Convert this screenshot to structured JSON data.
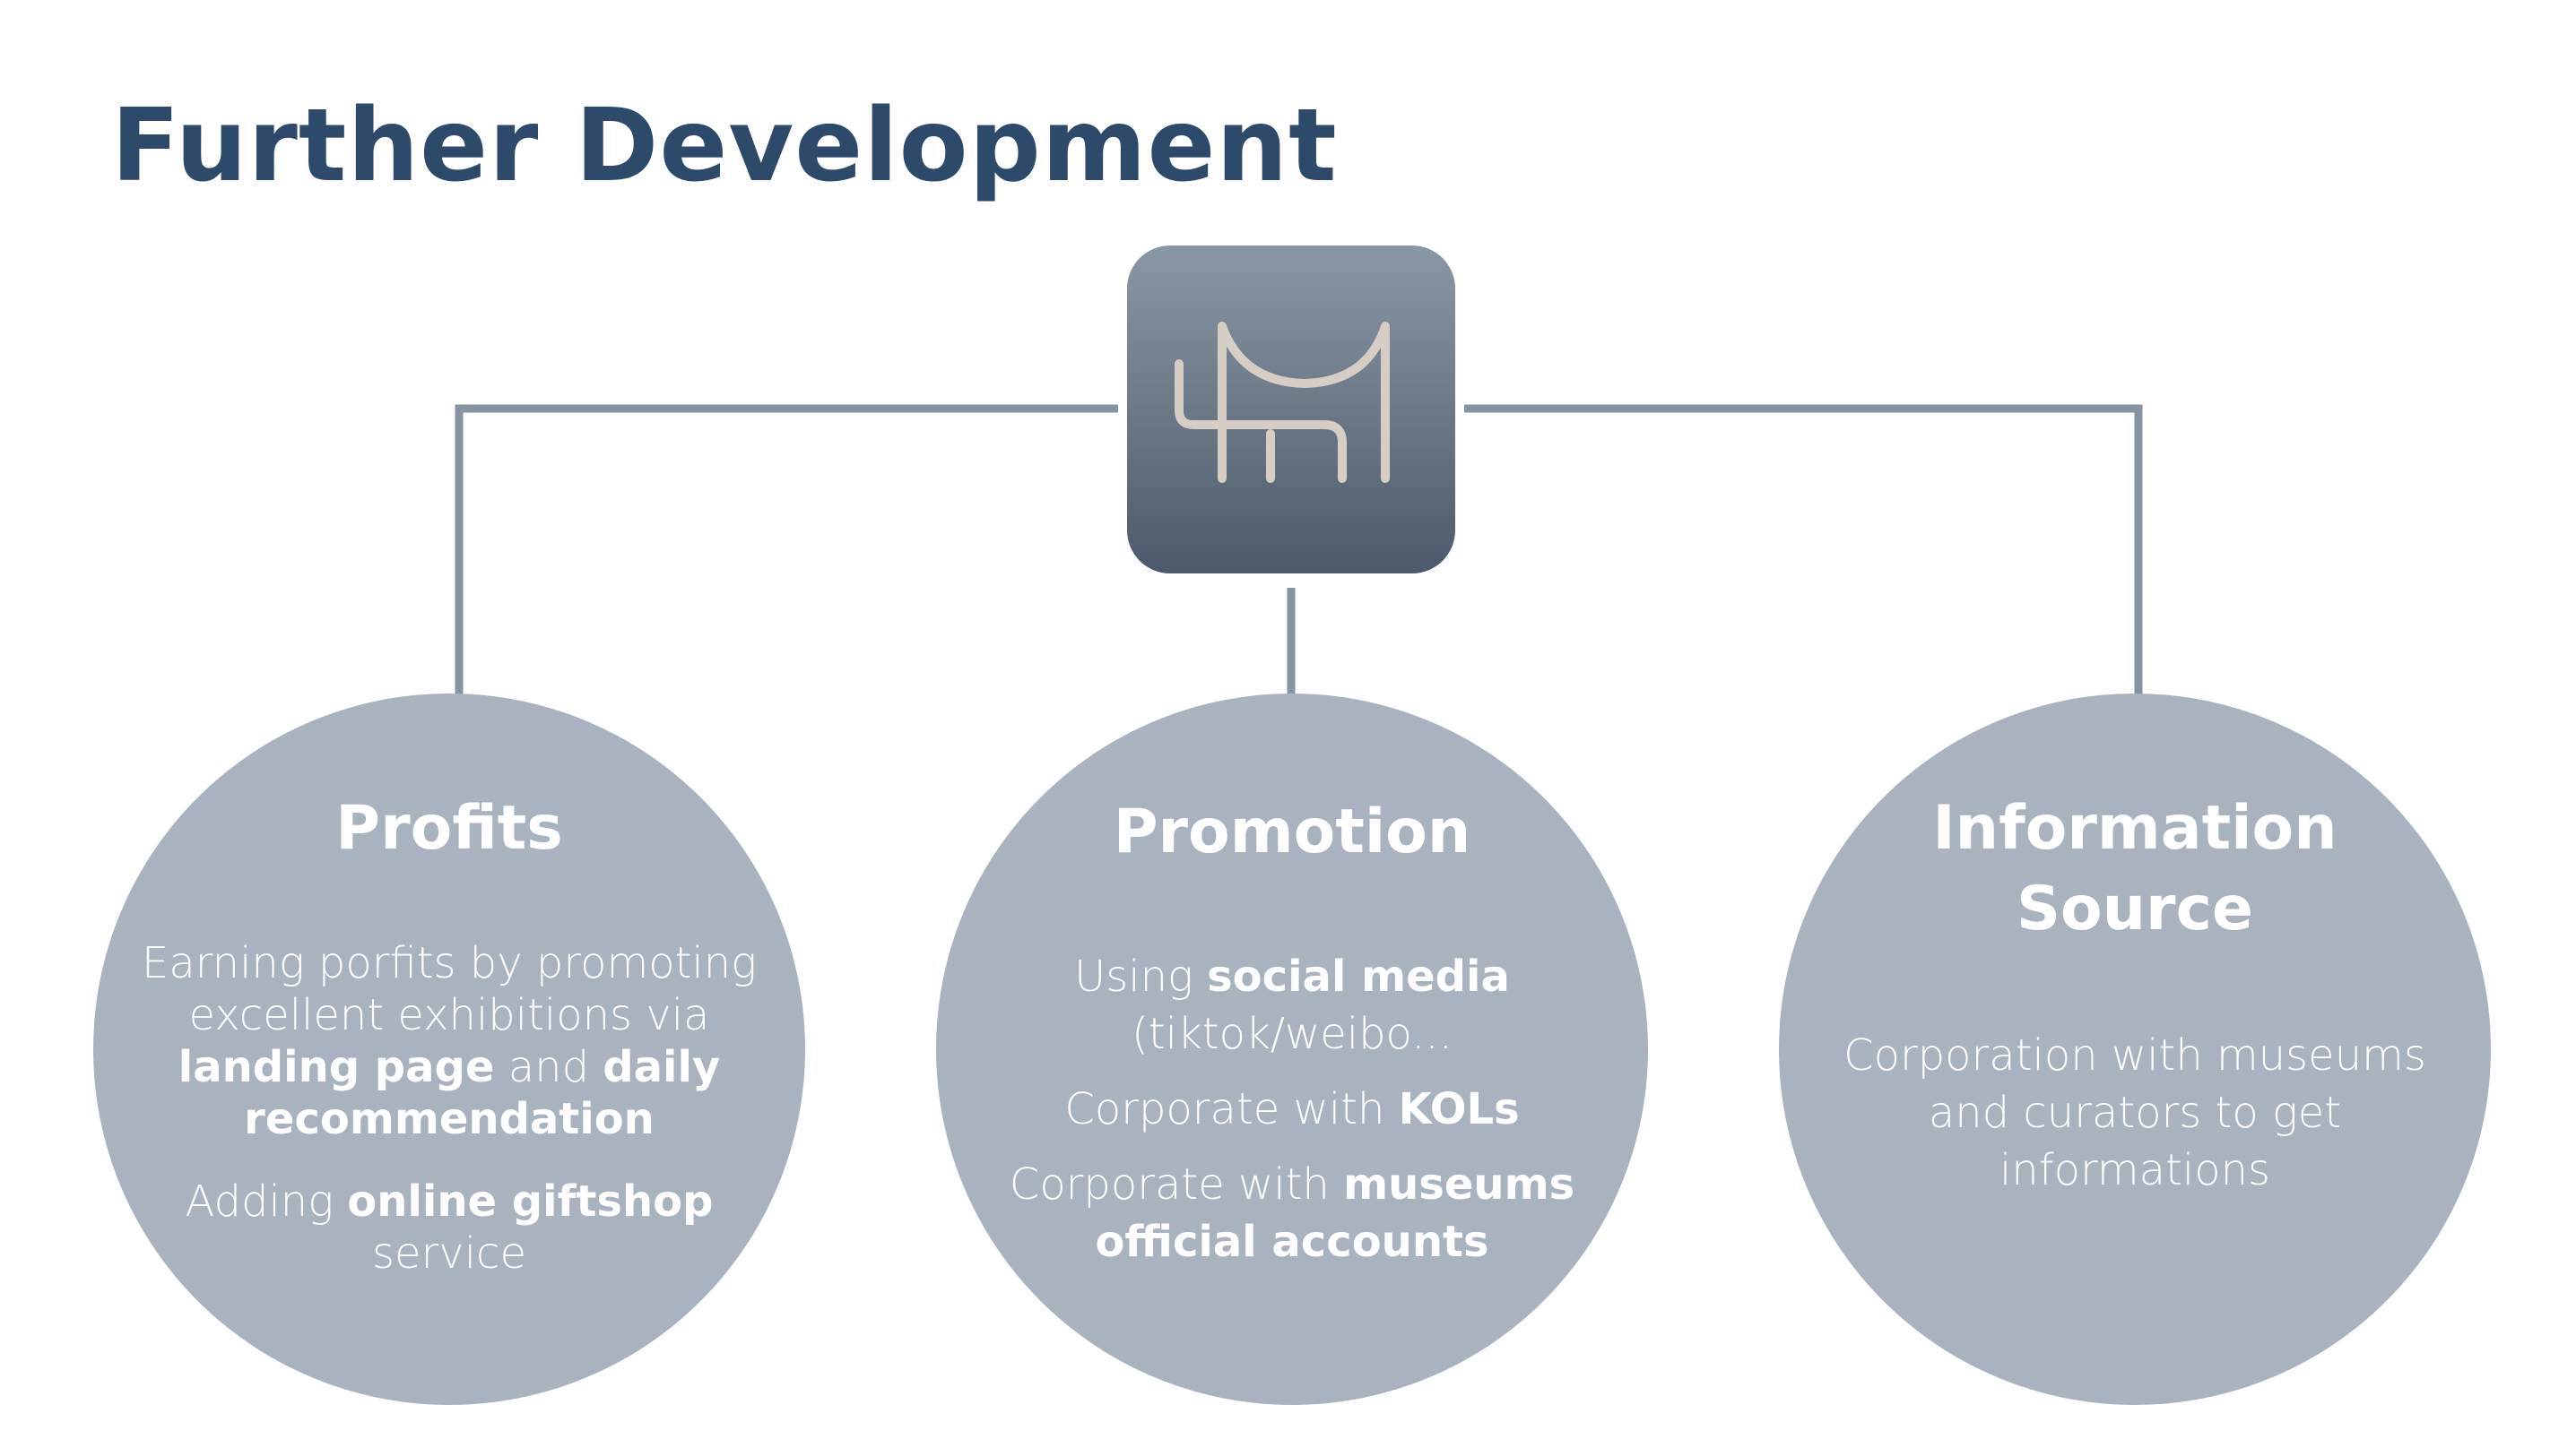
{
  "title": "Further Development",
  "logo": {
    "icon": "museum-logo-icon"
  },
  "colors": {
    "title": "#2d4a6a",
    "connector": "#8693a3",
    "circle": "#a9b3c0",
    "logo_top": "#8a97a6",
    "logo_bottom": "#4d5a6b",
    "logo_mark": "#d6cdc5"
  },
  "nodes": [
    {
      "title": "Profits",
      "p1_a": "Earning porfits by promoting excellent exhibitions via ",
      "p1_b": "landing page",
      "p1_c": " and ",
      "p1_d": "daily recommendation",
      "p2_a": "Adding ",
      "p2_b": "online giftshop",
      "p2_c": " service"
    },
    {
      "title": "Promotion",
      "p1_a": "Using ",
      "p1_b": "social media",
      "p1_c": " (tiktok/weibo...",
      "p2_a": "Corporate with ",
      "p2_b": "KOLs",
      "p3_a": "Corporate with ",
      "p3_b": "museums official accounts"
    },
    {
      "title": "Information Source",
      "p1": "Corporation with museums and curators to get informations"
    }
  ]
}
